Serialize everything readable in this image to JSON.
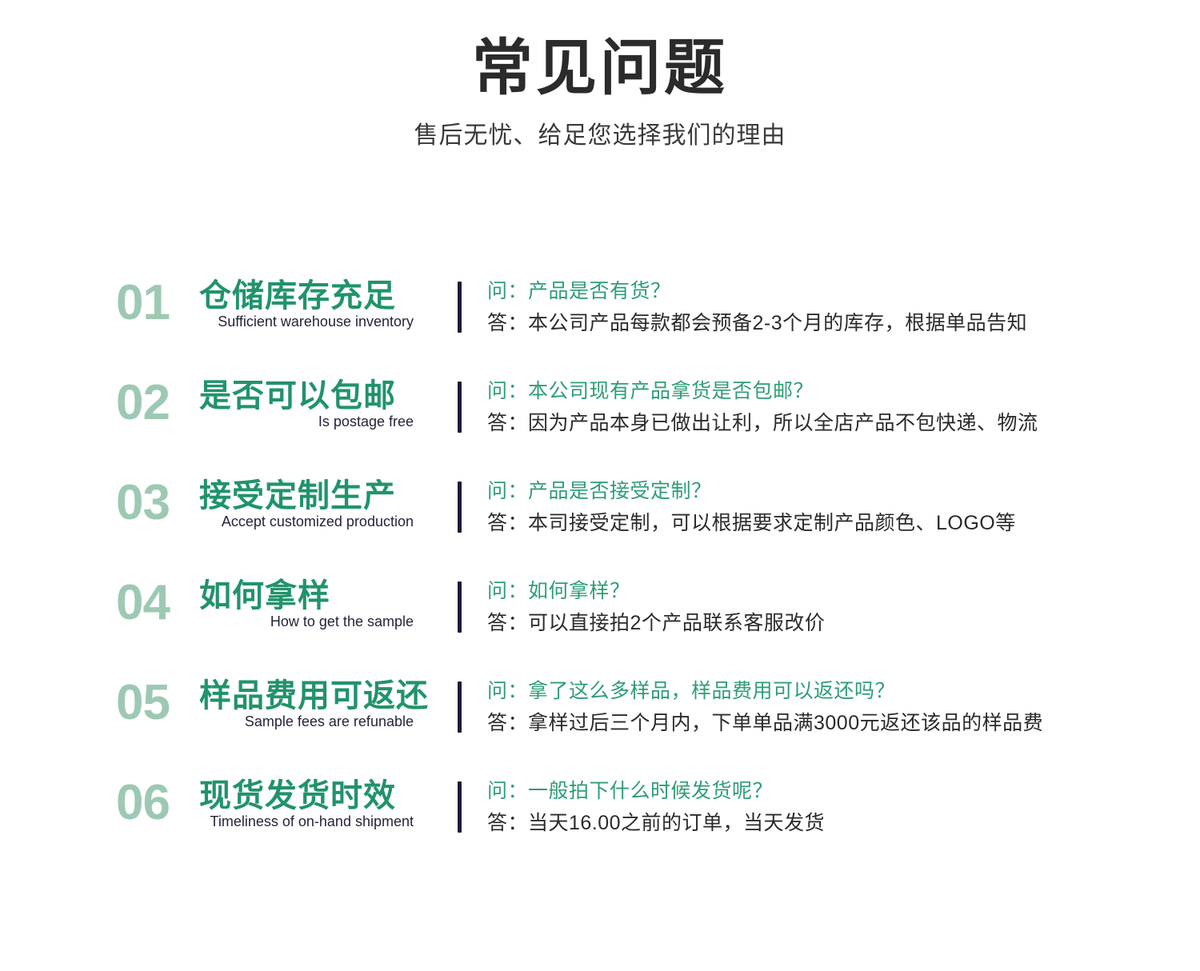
{
  "header": {
    "title": "常见问题",
    "subtitle": "售后无忧、给足您选择我们的理由"
  },
  "colors": {
    "index_number": "#9DC9B3",
    "title_cn": "#21936B",
    "title_en": "#26243C",
    "divider": "#1E1B38",
    "question": "#2E9E75",
    "answer": "#2B2B2B",
    "background": "#FFFFFF"
  },
  "faq": [
    {
      "index": "01",
      "title_cn": "仓储库存充足",
      "title_en": "Sufficient warehouse inventory",
      "question": "问：产品是否有货？",
      "answer": "答：本公司产品每款都会预备2-3个月的库存，根据单品告知"
    },
    {
      "index": "02",
      "title_cn": "是否可以包邮",
      "title_en": "Is postage free",
      "question": "问：本公司现有产品拿货是否包邮？",
      "answer": "答：因为产品本身已做出让利，所以全店产品不包快递、物流"
    },
    {
      "index": "03",
      "title_cn": "接受定制生产",
      "title_en": "Accept customized production",
      "question": "问：产品是否接受定制？",
      "answer": "答：本司接受定制，可以根据要求定制产品颜色、LOGO等"
    },
    {
      "index": "04",
      "title_cn": "如何拿样",
      "title_en": "How to get the sample",
      "question": "问：如何拿样？",
      "answer": "答：可以直接拍2个产品联系客服改价"
    },
    {
      "index": "05",
      "title_cn": "样品费用可返还",
      "title_en": "Sample fees are refunable",
      "question": "问：拿了这么多样品，样品费用可以返还吗？",
      "answer": "答：拿样过后三个月内，下单单品满3000元返还该品的样品费"
    },
    {
      "index": "06",
      "title_cn": "现货发货时效",
      "title_en": "Timeliness of on-hand shipment",
      "question": "问：一般拍下什么时候发货呢？",
      "answer": "答：当天16.00之前的订单，当天发货"
    }
  ]
}
